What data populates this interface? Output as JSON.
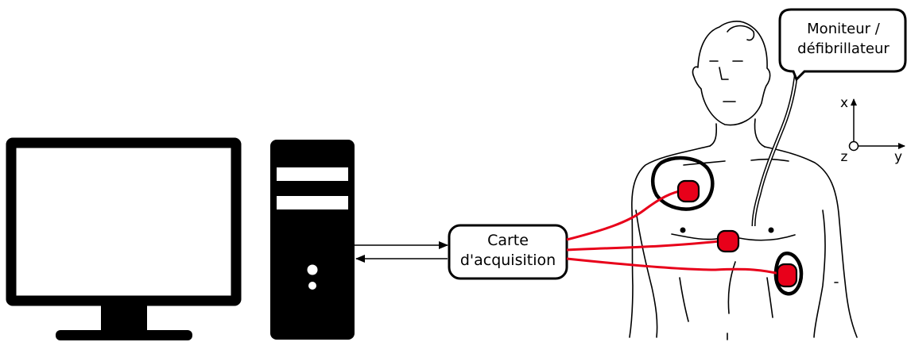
{
  "boxes": {
    "acquisition_line1": "Carte",
    "acquisition_line2": "d'acquisition",
    "monitor_line1": "Moniteur /",
    "monitor_line2": "défibrillateur"
  },
  "axes": {
    "x": "x",
    "y": "y",
    "z": "z"
  },
  "colors": {
    "electrode": "#e8001a",
    "cable": "#e8001a",
    "outline": "#000000"
  },
  "icons": [
    "monitor-screen-icon",
    "computer-tower-icon",
    "patient-torso-illustration"
  ]
}
